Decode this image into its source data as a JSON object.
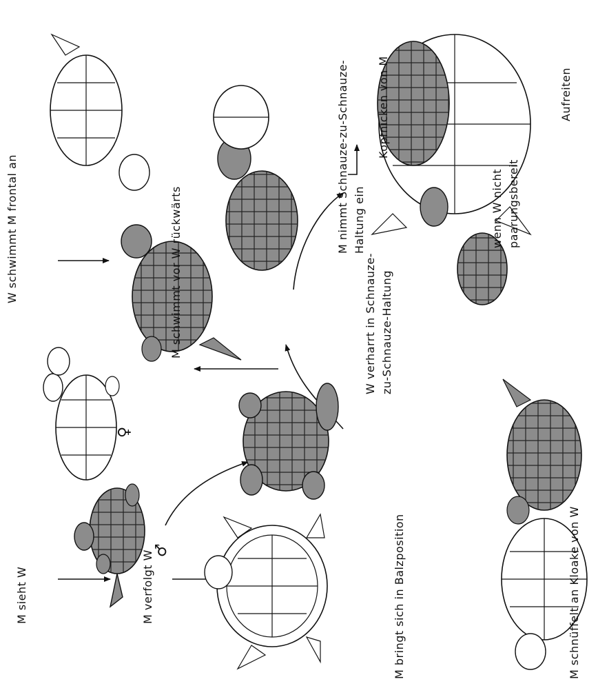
{
  "labels": {
    "m_sieht_w": "M sieht W",
    "m_verfolgt_w": "M verfolgt W",
    "m_balzposition": "M bringt sich in Balzposition",
    "w_schwimmt_frontal": "W schwimmt M frontal an",
    "m_schwimmt_rueckwaerts": "M schwimmt vor W rückwärts",
    "w_verharrt_1": "W verharrt in Schnauze-",
    "w_verharrt_2": "zu-Schnauze-Haltung",
    "m_nimmt_1": "M nimmt Schnauze-zu-Schnauze-",
    "m_nimmt_2": "Haltung ein",
    "kopfnicken": "Kopfnicken von M",
    "aufreiten": "Aufreiten",
    "wenn_w_nicht_1": "wenn W nicht",
    "wenn_w_nicht_2": "paarungsbereit",
    "m_schnueffelt": "M schnüffelt an Kloake von W"
  },
  "symbols": {
    "male": "♂",
    "female": "♀"
  },
  "colors": {
    "line": "#111111",
    "shaded_turtle": "#8c8c8c",
    "light_turtle": "#ffffff"
  }
}
